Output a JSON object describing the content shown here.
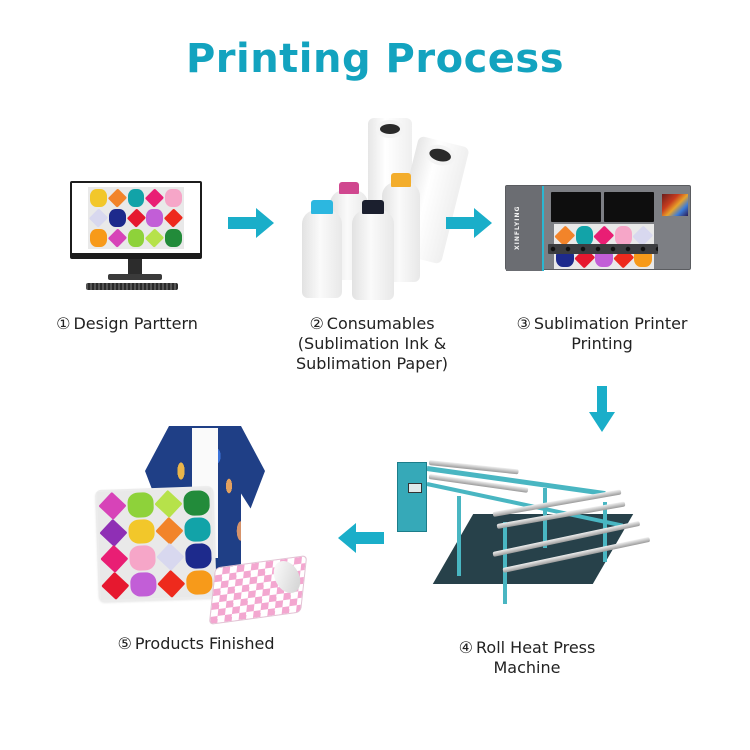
{
  "title": "Printing Process",
  "colors": {
    "accent": "#13a3bf",
    "arrow": "#1aaec9",
    "label_text": "#222222",
    "background": "#ffffff"
  },
  "steps": [
    {
      "number": "①",
      "label_lines": [
        "Design Parttern"
      ],
      "image": "monitor-with-colorful-pattern"
    },
    {
      "number": "②",
      "label_lines": [
        "Consumables",
        "(Sublimation Ink &",
        "Sublimation Paper)"
      ],
      "image": "ink-bottles-and-paper-rolls",
      "cap_colors": [
        "#2cb7e0",
        "#d0478f",
        "#1b1f2e",
        "#f3ad2c"
      ]
    },
    {
      "number": "③",
      "label_lines": [
        "Sublimation Printer",
        "Printing"
      ],
      "image": "sublimation-printer",
      "brand": "XINFLYING"
    },
    {
      "number": "④",
      "label_lines": [
        "Roll Heat Press",
        "Machine"
      ],
      "image": "roll-heat-press-machine"
    },
    {
      "number": "⑤",
      "label_lines": [
        "Products Finished"
      ],
      "image": "shirt-pillow-mousepad"
    }
  ],
  "arrows": [
    {
      "from": 1,
      "to": 2,
      "direction": "right",
      "icon": "arrow-right-icon"
    },
    {
      "from": 2,
      "to": 3,
      "direction": "right",
      "icon": "arrow-right-icon"
    },
    {
      "from": 3,
      "to": 4,
      "direction": "down",
      "icon": "arrow-down-icon"
    },
    {
      "from": 4,
      "to": 5,
      "direction": "left",
      "icon": "arrow-left-icon"
    }
  ],
  "pattern_colors": [
    "#f2c72a",
    "#d743b8",
    "#1d2a8c",
    "#f2842a",
    "#8ed23a",
    "#e6182f",
    "#12a3a8",
    "#b6e24a",
    "#c25ed7",
    "#e91e74",
    "#228b3a",
    "#ee2a1d",
    "#f6a6c8",
    "#8f2fb5",
    "#f79a1a",
    "#d8d8ef"
  ]
}
